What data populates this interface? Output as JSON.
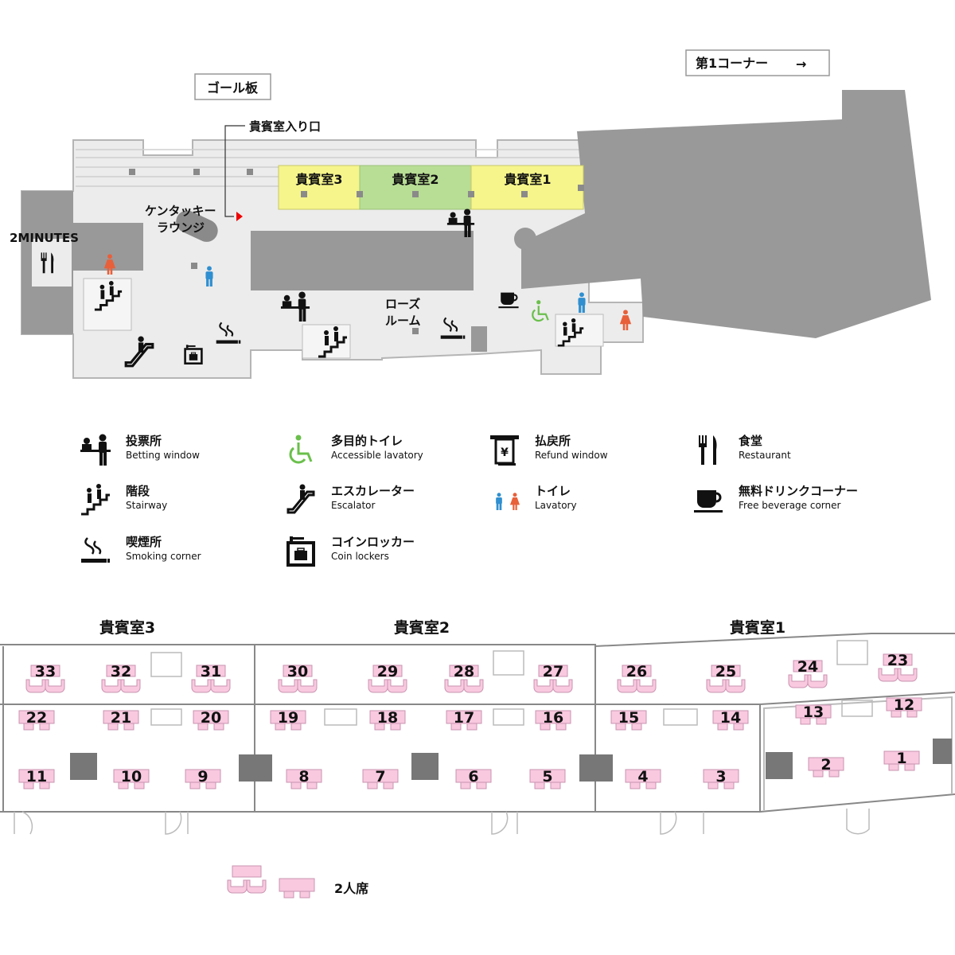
{
  "top_map": {
    "goal_label": "ゴール板",
    "first_corner_label": "第1コーナー",
    "first_corner_arrow": "→",
    "vip_entrance_label": "貴賓室入り口",
    "vip_rooms": [
      {
        "label": "貴賓室3",
        "color": "#f5f58c"
      },
      {
        "label": "貴賓室2",
        "color": "#b8dd95"
      },
      {
        "label": "貴賓室1",
        "color": "#f5f58c"
      }
    ],
    "kentucky_lounge": [
      "ケンタッキー",
      "ラウンジ"
    ],
    "two_minutes": "2MINUTES",
    "rose_room": [
      "ローズ",
      "ルーム"
    ]
  },
  "legend": [
    {
      "icon": "betting-window-icon",
      "jp": "投票所",
      "en": "Betting window"
    },
    {
      "icon": "wheelchair-icon",
      "jp": "多目的トイレ",
      "en": "Accessible lavatory"
    },
    {
      "icon": "refund-window-icon",
      "jp": "払戻所",
      "en": "Refund window"
    },
    {
      "icon": "fork-knife-icon",
      "jp": "食堂",
      "en": "Restaurant"
    },
    {
      "icon": "stairs-icon",
      "jp": "階段",
      "en": "Stairway"
    },
    {
      "icon": "escalator-icon",
      "jp": "エスカレーター",
      "en": "Escalator"
    },
    {
      "icon": "lavatory-icon",
      "jp": "トイレ",
      "en": "Lavatory"
    },
    {
      "icon": "coffee-cup-icon",
      "jp": "無料ドリンクコーナー",
      "en": "Free beverage corner"
    },
    {
      "icon": "smoking-icon",
      "jp": "喫煙所",
      "en": "Smoking corner"
    },
    {
      "icon": "coin-locker-icon",
      "jp": "コインロッカー",
      "en": "Coin lockers"
    }
  ],
  "seating": {
    "rooms": [
      "貴賓室3",
      "貴賓室2",
      "貴賓室1"
    ],
    "sofa_seats": [
      "33",
      "32",
      "31",
      "30",
      "29",
      "28",
      "27",
      "26",
      "25",
      "24",
      "23"
    ],
    "table_seats": [
      "22",
      "21",
      "20",
      "19",
      "18",
      "17",
      "16",
      "15",
      "14",
      "13",
      "12",
      "11",
      "10",
      "9",
      "8",
      "7",
      "6",
      "5",
      "4",
      "3",
      "2",
      "1"
    ],
    "seat_color": "#f9c9e0",
    "legend_label": "2人席"
  },
  "colors": {
    "dark_gray": "#999999",
    "floor": "#ececec",
    "wall": "#b5b5b5",
    "female": "#e8603a",
    "male": "#2f8fd0",
    "accessible": "#6abf4b"
  }
}
